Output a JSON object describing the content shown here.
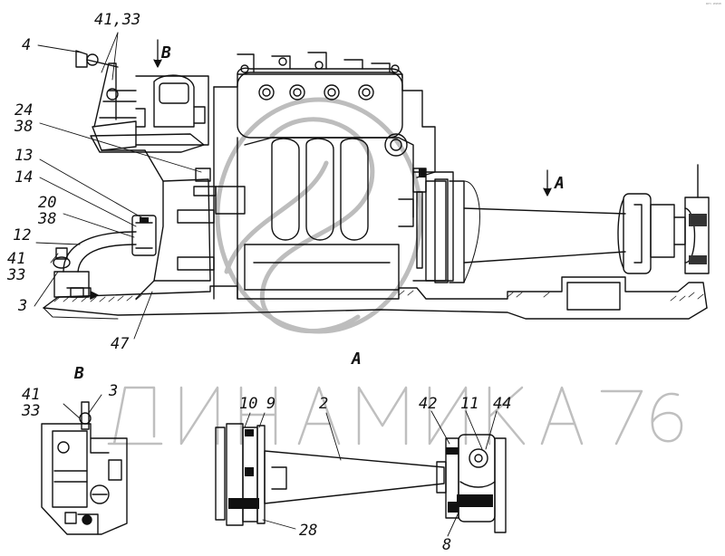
{
  "corner_mark": "ᵃᵐ ʷʷʷ",
  "watermark": "ДИНАМИКА 76",
  "view_labels": {
    "B_top": "B",
    "A_arrow": "A",
    "A_section": "A",
    "B_section": "B"
  },
  "callouts": {
    "c4": "4",
    "c4133_top": "41,33",
    "c24": "24",
    "c38a": "38",
    "c13": "13",
    "c14": "14",
    "c20": "20",
    "c38b": "38",
    "c12": "12",
    "c41a": "41",
    "c33a": "33",
    "c3a": "3",
    "c47": "47",
    "c41b": "41",
    "c33b": "33",
    "c3b": "3",
    "c10": "10",
    "c9": "9",
    "c2": "2",
    "c42": "42",
    "c11": "11",
    "c44": "44",
    "c28": "28",
    "c8": "8"
  }
}
